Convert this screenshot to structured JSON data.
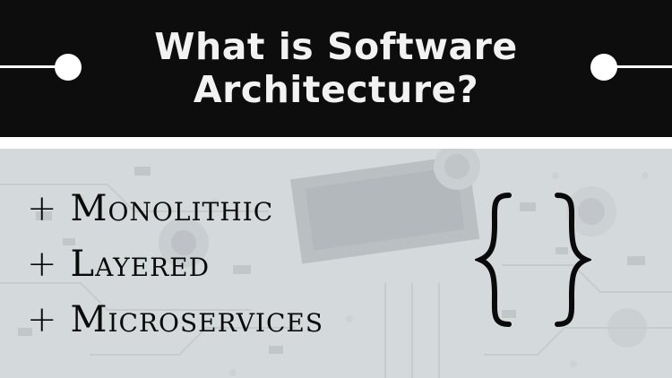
{
  "header": {
    "title_line1": "What is Software",
    "title_line2": "Architecture?"
  },
  "list": {
    "items": [
      {
        "prefix": "+",
        "label": "Monolithic"
      },
      {
        "prefix": "+",
        "label": "Layered"
      },
      {
        "prefix": "+",
        "label": "Microservices"
      }
    ]
  },
  "icons": {
    "braces": "curly-braces-icon",
    "connector": "line-dot-connector"
  },
  "colors": {
    "header_bg": "#0d0d0d",
    "header_text": "#f2f2f2",
    "body_text": "#0a0a0a"
  }
}
